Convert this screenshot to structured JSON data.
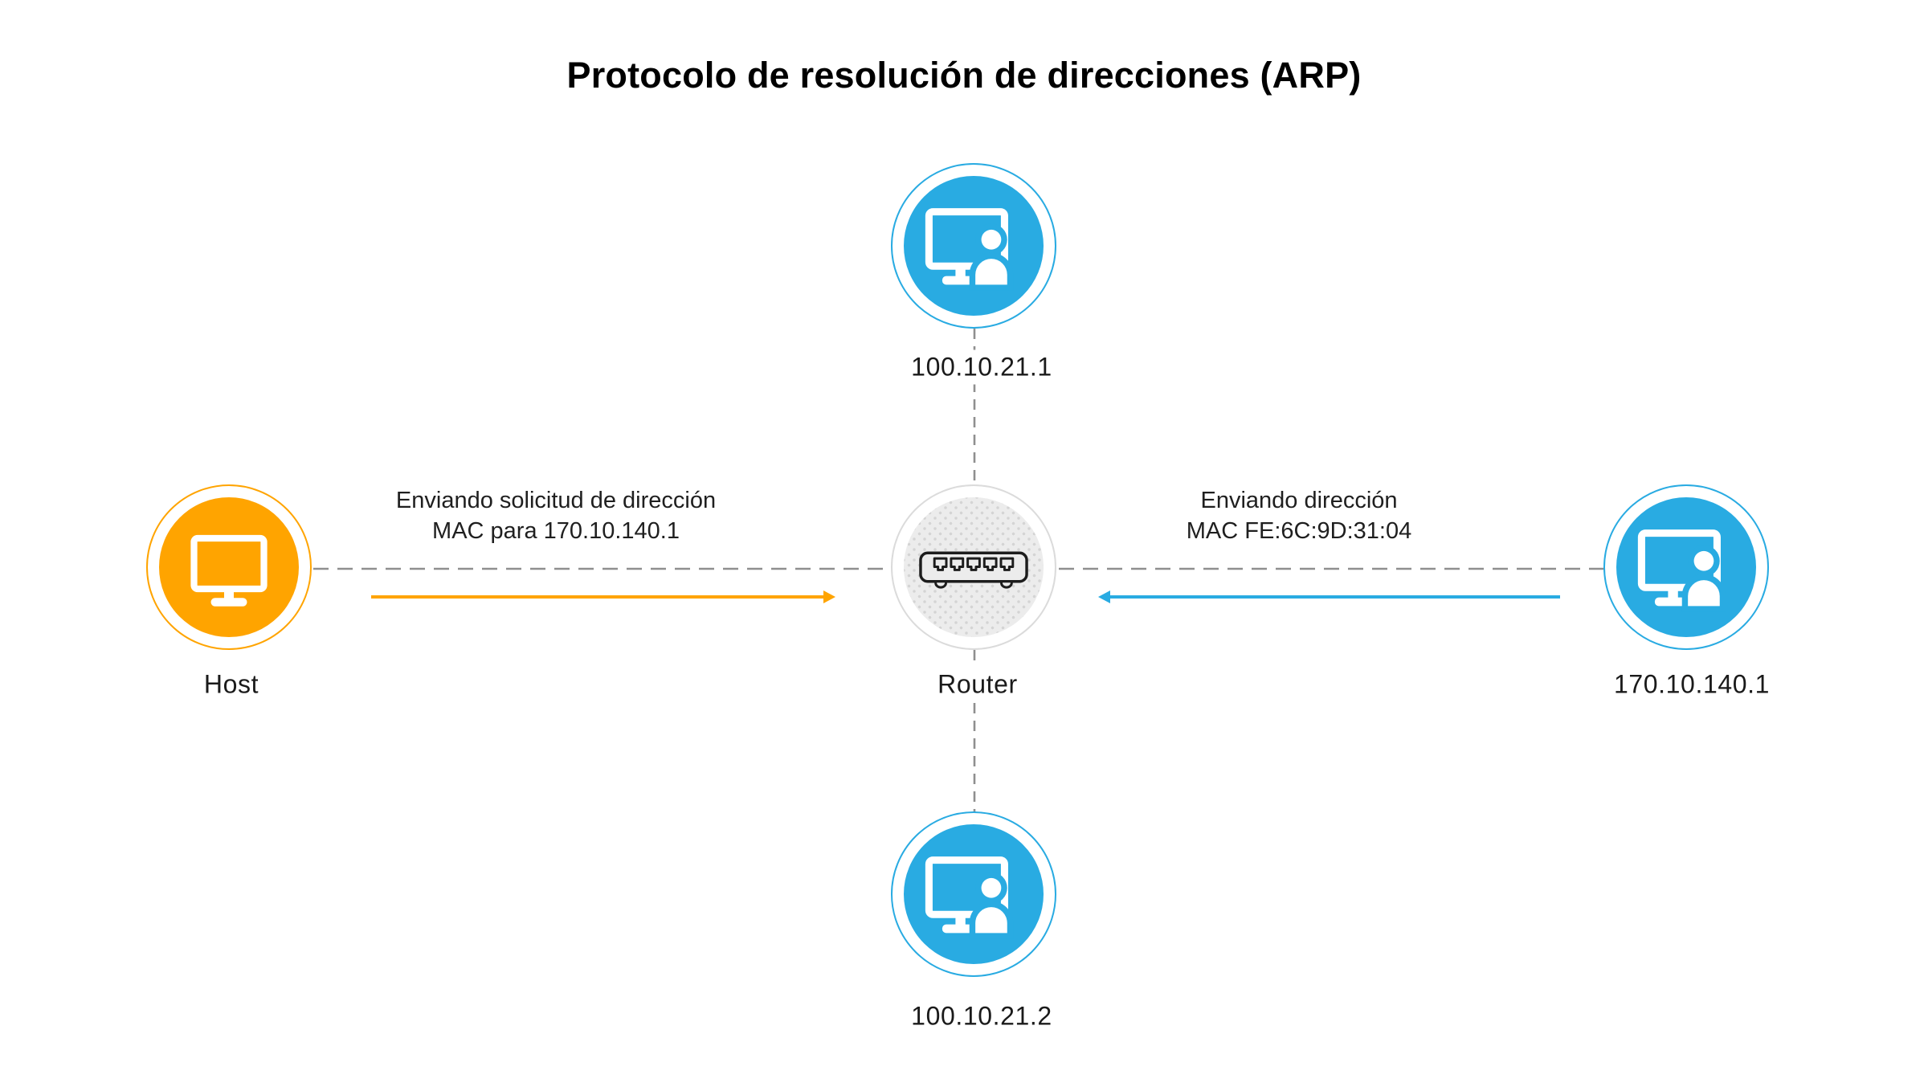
{
  "title": "Protocolo de resolución de direcciones (ARP)",
  "nodes": {
    "top": {
      "label": "100.10.21.1",
      "icon": "computer-user-icon",
      "color": "#29ABE2"
    },
    "left": {
      "label": "Host",
      "icon": "computer-icon",
      "color": "#FFA400"
    },
    "center": {
      "label": "Router",
      "icon": "router-switch-icon",
      "color": "#ECECEC"
    },
    "right": {
      "label": "170.10.140.1",
      "icon": "computer-user-icon",
      "color": "#29ABE2"
    },
    "bottom": {
      "label": "100.10.21.2",
      "icon": "computer-user-icon",
      "color": "#29ABE2"
    }
  },
  "messages": {
    "request": {
      "line1": "Enviando solicitud de dirección",
      "line2": "MAC para 170.10.140.1",
      "arrow_color": "#FFA400",
      "direction": "right"
    },
    "reply": {
      "line1": "Enviando dirección",
      "line2": "MAC FE:6C:9D:31:04",
      "arrow_color": "#29ABE2",
      "direction": "left"
    }
  },
  "colors": {
    "blue": "#29ABE2",
    "orange": "#FFA400",
    "router_fill": "#ECECEC",
    "router_dot": "#D4D4D4",
    "dashed_line": "#8F8F8F",
    "icon_stroke": "#1D1D1D",
    "text": "#1A1A1A"
  }
}
